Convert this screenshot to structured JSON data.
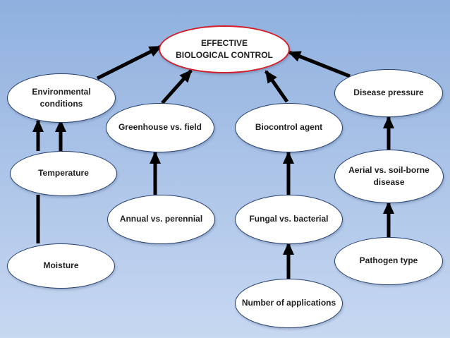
{
  "colors": {
    "arrow": "#000000",
    "node_border": "#27406f",
    "main_border": "#d31f2a",
    "background": "#9fbbe4"
  },
  "nodes": {
    "main": {
      "label": "EFFECTIVE\nBIOLOGICAL CONTROL"
    },
    "environmental_conditions": {
      "label": "Environmental\nconditions"
    },
    "disease_pressure": {
      "label": "Disease pressure"
    },
    "greenhouse_vs_field": {
      "label": "Greenhouse vs. field"
    },
    "biocontrol_agent": {
      "label": "Biocontrol agent"
    },
    "temperature": {
      "label": "Temperature"
    },
    "aerial_vs_soil_borne": {
      "label": "Aerial vs. soil-borne\ndisease"
    },
    "annual_vs_perennial": {
      "label": "Annual vs. perennial"
    },
    "fungal_vs_bacterial": {
      "label": "Fungal vs. bacterial"
    },
    "moisture": {
      "label": "Moisture"
    },
    "pathogen_type": {
      "label": "Pathogen type"
    },
    "number_of_applications": {
      "label": "Number of applications"
    }
  },
  "edges": [
    {
      "from": "environmental_conditions",
      "to": "main"
    },
    {
      "from": "greenhouse_vs_field",
      "to": "main"
    },
    {
      "from": "biocontrol_agent",
      "to": "main"
    },
    {
      "from": "disease_pressure",
      "to": "main"
    },
    {
      "from": "temperature",
      "to": "environmental_conditions"
    },
    {
      "from": "moisture",
      "to": "temperature"
    },
    {
      "from": "annual_vs_perennial",
      "to": "greenhouse_vs_field"
    },
    {
      "from": "fungal_vs_bacterial",
      "to": "biocontrol_agent"
    },
    {
      "from": "number_of_applications",
      "to": "fungal_vs_bacterial"
    },
    {
      "from": "aerial_vs_soil_borne",
      "to": "disease_pressure"
    },
    {
      "from": "pathogen_type",
      "to": "aerial_vs_soil_borne"
    }
  ]
}
